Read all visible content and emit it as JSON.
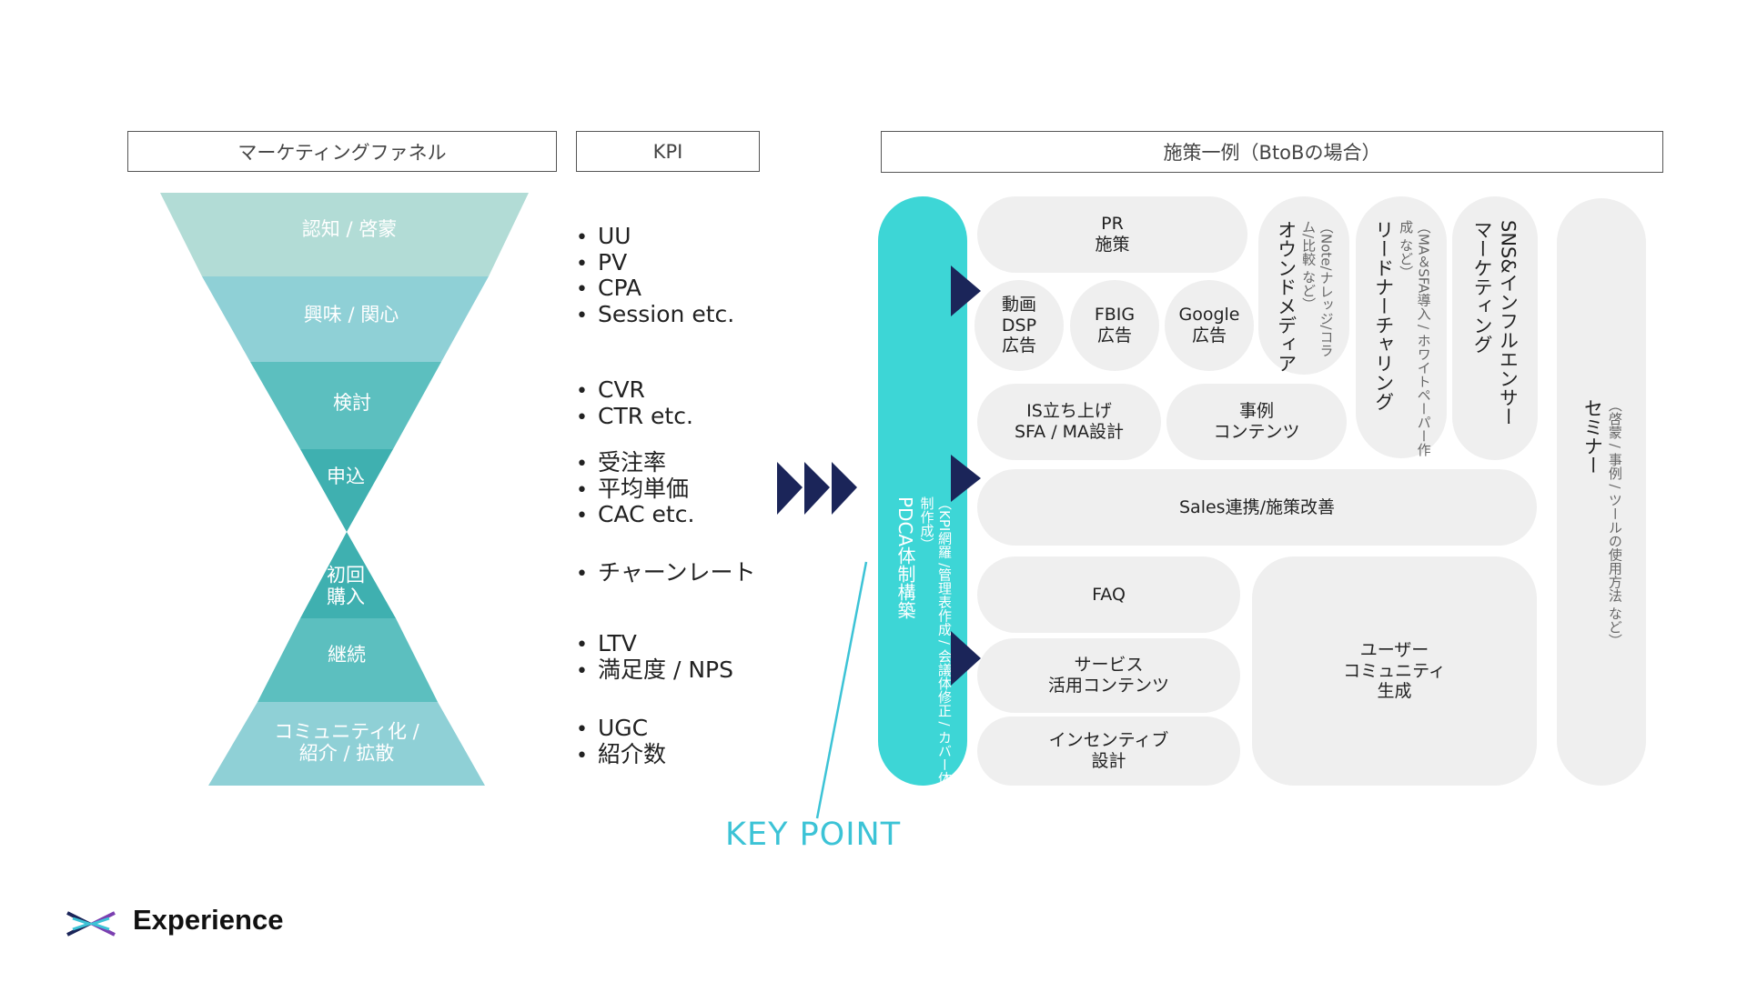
{
  "headers": {
    "funnel": "マーケティングファネル",
    "kpi": "KPI",
    "measures": "施策一例（BtoBの場合）"
  },
  "funnel": [
    {
      "label": "認知 / 啓蒙",
      "color": "#b2dcd6"
    },
    {
      "label": "興味 / 関心",
      "color": "#8fd0d6"
    },
    {
      "label": "検討",
      "color": "#5cbfbf"
    },
    {
      "label": "申込",
      "color": "#3fb0b0"
    },
    {
      "label": "初回\n購入",
      "color": "#3fb0b0"
    },
    {
      "label": "継続",
      "color": "#5cbfbf"
    },
    {
      "label": "コミュニティ化 /\n紹介 / 拡散",
      "color": "#8fd0d6"
    }
  ],
  "kpi_groups": [
    [
      "UU",
      "PV",
      "CPA",
      "Session  etc."
    ],
    [
      "CVR",
      "CTR etc."
    ],
    [
      "受注率",
      "平均単価",
      "CAC etc."
    ],
    [
      "チャーンレート"
    ],
    [
      "LTV",
      "満足度 / NPS"
    ],
    [
      "UGC",
      "紹介数"
    ]
  ],
  "pdca": {
    "title": "PDCA体制構築",
    "sub": "（KPI網羅 /管理表作成 / 会議体修正 / カバー体制作成）",
    "color": "#3dd6d6"
  },
  "measures": {
    "pr": "PR\n施策",
    "video_dsp": "動画\nDSP\n広告",
    "fbig": "FBIG\n広告",
    "google": "Google\n広告",
    "is_sfa": "IS立ち上げ\nSFA / MA設計",
    "case": "事例\nコンテンツ",
    "sales": "Sales連携/施策改善",
    "faq": "FAQ",
    "service": "サービス\n活用コンテンツ",
    "incentive": "インセンティブ\n設計",
    "user_community": "ユーザー\nコミュニティ\n生成",
    "owned_title": "オウンドメディア",
    "owned_sub": "（Note/ナレッジ/コラム/比較 など）",
    "lead_title": "リードナーチャリング",
    "lead_sub": "（MA＆SFA導入 / ホワイトペーパー作成 など）",
    "sns": "SNS&インフルエンサー\nマーケティング",
    "seminar_title": "セミナー",
    "seminar_sub": "（啓蒙 / 事例 / ツールの使用方法 など）"
  },
  "keypoint": "KEY POINT",
  "logo": "Experience",
  "colors": {
    "accent": "#3dd6d6",
    "navy": "#1b2559",
    "pill": "#efefef"
  }
}
